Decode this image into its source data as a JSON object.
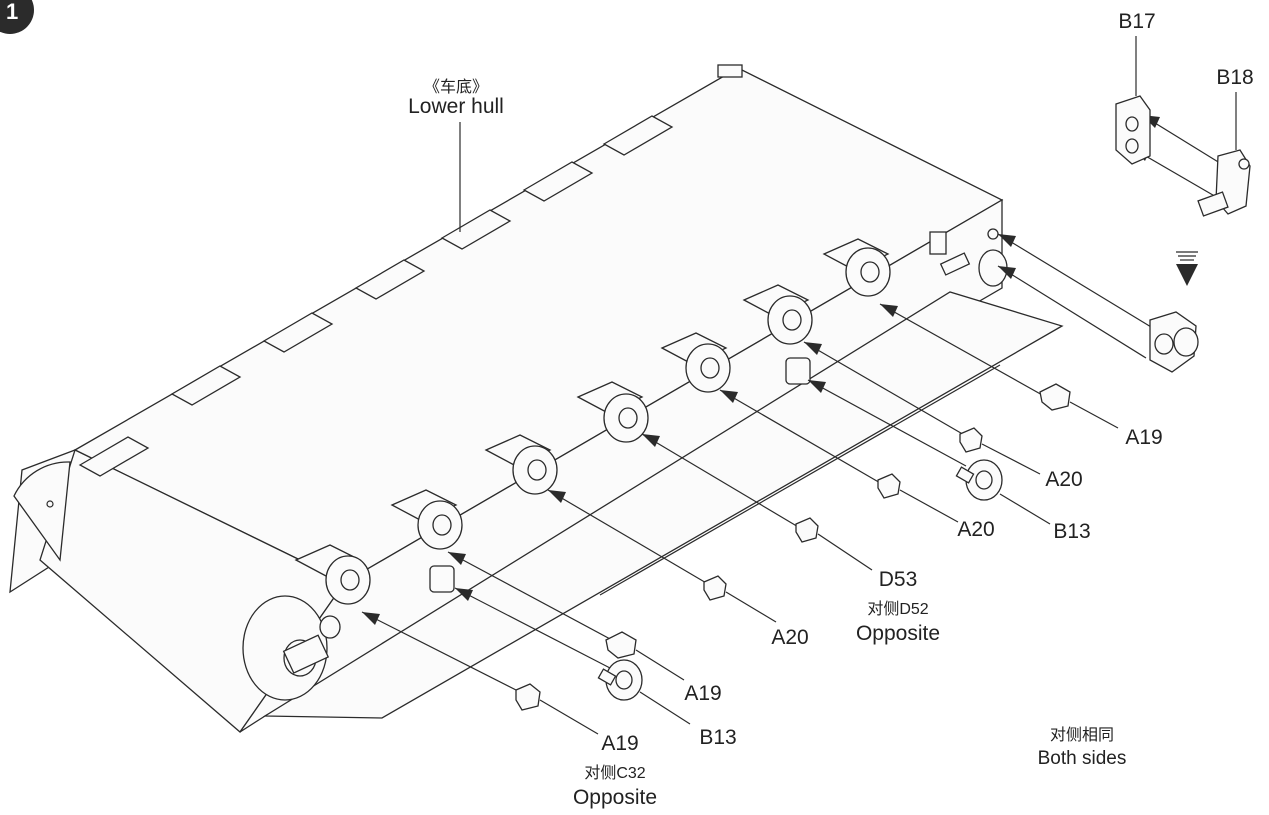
{
  "step": {
    "number": "1"
  },
  "header": {
    "title_cn": "《车底》",
    "title_en": "Lower hull"
  },
  "callouts": {
    "b17": "B17",
    "b18": "B18",
    "a19_top": "A19",
    "a20_a": "A20",
    "b13_a": "B13",
    "a20_b": "A20",
    "d53": "D53",
    "d53_opp_cn": "对侧D52",
    "d53_opp_en": "Opposite",
    "a20_c": "A20",
    "a19_mid": "A19",
    "b13_b": "B13",
    "a19_bot": "A19",
    "a19_opp_cn": "对侧C32",
    "a19_opp_en": "Opposite"
  },
  "note": {
    "cn": "对侧相同",
    "en": "Both sides"
  },
  "icons": {
    "step_badge": "step-number-badge",
    "repeat_arrow": "down-arrow-repeat-icon"
  },
  "colors": {
    "ink": "#2b2b2b",
    "paper": "#ffffff"
  }
}
